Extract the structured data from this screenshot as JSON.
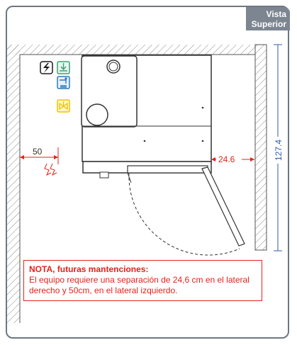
{
  "view_tag": {
    "line1": "Vista",
    "line2": "Superior"
  },
  "dimensions": {
    "left_clearance": "50",
    "right_clearance": "24.6",
    "wall_length": "127.4"
  },
  "icons": [
    {
      "name": "electrical-connection-icon",
      "color": "#1a1a1a"
    },
    {
      "name": "drain-icon",
      "color": "#3aa276"
    },
    {
      "name": "water-tap-icon",
      "color": "#2b7bbf"
    },
    {
      "name": "gas-valve-icon",
      "color": "#f2c200"
    }
  ],
  "note": {
    "title": "NOTA, futuras mantenciones:",
    "body": "El equipo requiere una separación de 24,6 cm en el lateral derecho y 50cm, en el lateral izquierdo."
  },
  "colors": {
    "frame": "#6d7783",
    "accent_red": "#e2231a",
    "dimension_blue": "#2f5ea8"
  }
}
